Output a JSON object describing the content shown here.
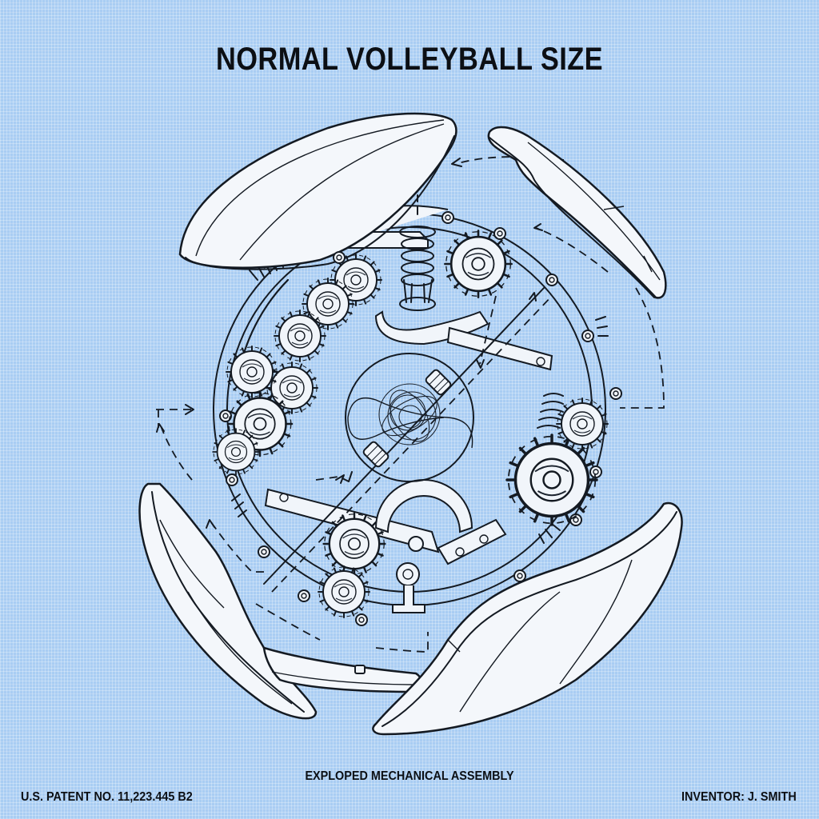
{
  "header": {
    "title": "NORMAL VOLLEYBALL SIZE"
  },
  "figure": {
    "caption": "EXPLOPED MECHANICAL ASSEMBLY",
    "subject": "exploded volleyball with internal gear mechanism",
    "components": [
      "shell-panel-top-left",
      "shell-panel-top-right",
      "shell-panel-bottom-left",
      "shell-panel-bottom-right",
      "shell-strip-bottom",
      "internal-frame-ring",
      "gear-train",
      "coil-spring",
      "central-core-sphere",
      "linkage-arms",
      "assembly-direction-arrows"
    ],
    "colors": {
      "background": "#a9cdf3",
      "ink": "#141a22",
      "part_fill": "#f4f7fb"
    }
  },
  "footer": {
    "patent": "U.S. PATENT NO. 11,223.445 B2",
    "inventor": "INVENTOR: J. SMITH"
  }
}
